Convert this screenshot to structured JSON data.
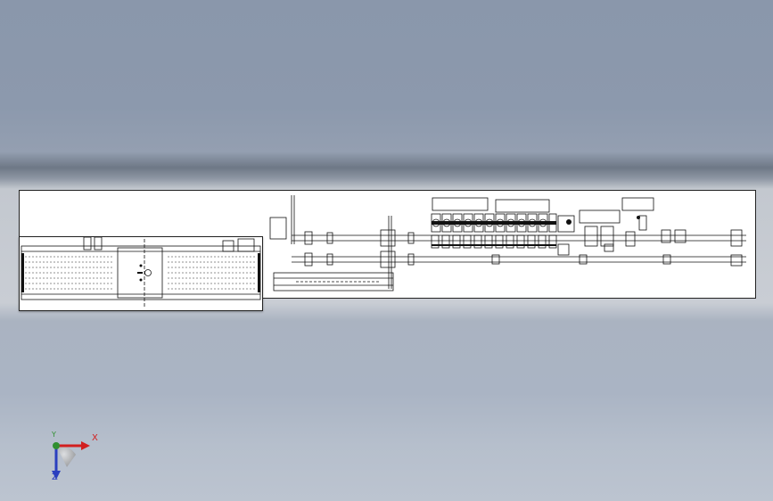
{
  "viewport": {
    "background_top": "#8a97ab",
    "background_bottom": "#bcc4d0",
    "sheet_color": "#ffffff",
    "line_color": "#111111"
  },
  "drawing": {
    "main_view": "conveyor-assembly-top-view",
    "inset_view": "conveyor-belt-section-view"
  },
  "triad": {
    "x_label": "X",
    "y_label": "Y",
    "z_label": "Z",
    "x_color": "#d21f1f",
    "y_color": "#2f8f2f",
    "z_color": "#2a3fbf"
  }
}
